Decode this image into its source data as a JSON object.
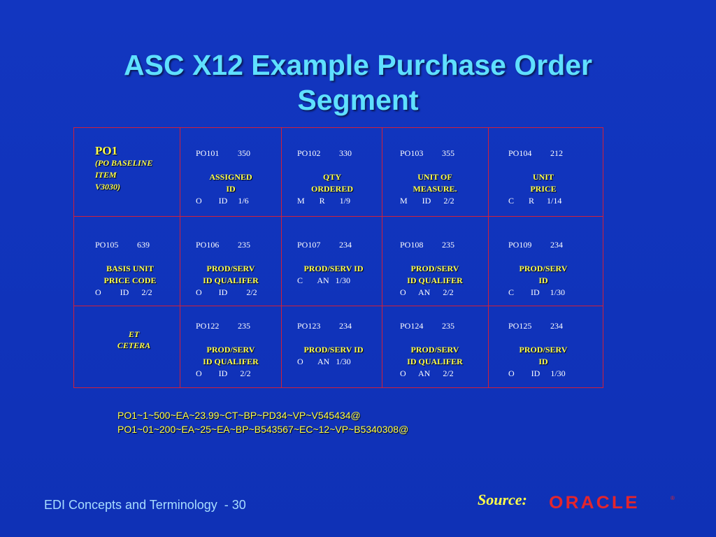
{
  "title": {
    "line1": "ASC X12 Example Purchase Order",
    "line2": "Segment"
  },
  "po1": {
    "name": "PO1",
    "description": "(PO BASELINE\nITEM\nV3030)"
  },
  "rows": [
    [
      {
        "code": "PO101",
        "num": "350",
        "label": "ASSIGNED\nID",
        "meta": "O        ID     1/6"
      },
      {
        "code": "PO102",
        "num": "330",
        "label": "QTY\nORDERED",
        "meta": "M       R       1/9"
      },
      {
        "code": "PO103",
        "num": "355",
        "label": "UNIT OF\nMEASURE.",
        "meta": "M       ID      2/2"
      },
      {
        "code": "PO104",
        "num": "212",
        "label": "UNIT\nPRICE",
        "meta": "C       R      1/14"
      }
    ],
    [
      {
        "code": "PO105",
        "num": "639",
        "label": "BASIS UNIT\nPRICE CODE",
        "meta": "O         ID      2/2"
      },
      {
        "code": "PO106",
        "num": "235",
        "label": "PROD/SERV\nID QUALIFER",
        "meta": "O        ID         2/2"
      },
      {
        "code": "PO107",
        "num": "234",
        "label": "PROD/SERV ID",
        "meta": "C       AN   1/30"
      },
      {
        "code": "PO108",
        "num": "235",
        "label": "PROD/SERV\nID QUALIFER",
        "meta": "O      AN      2/2"
      },
      {
        "code": "PO109",
        "num": "234",
        "label": "PROD/SERV\nID",
        "meta": "C        ID     1/30"
      }
    ],
    [
      {
        "code": "PO122",
        "num": "235",
        "label": "PROD/SERV\nID QUALIFER",
        "meta": "O        ID      2/2"
      },
      {
        "code": "PO123",
        "num": "234",
        "label": "PROD/SERV ID",
        "meta": "O       AN   1/30"
      },
      {
        "code": "PO124",
        "num": "235",
        "label": "PROD/SERV\nID QUALIFER",
        "meta": "O      AN      2/2"
      },
      {
        "code": "PO125",
        "num": "234",
        "label": "PROD/SERV\nID",
        "meta": "O        ID     1/30"
      }
    ]
  ],
  "et_cetera": "ET\nCETERA",
  "examples": [
    "PO1~1~500~EA~23.99~CT~BP~PD34~VP~V545434@",
    "PO1~01~200~EA~25~EA~BP~B543567~EC~12~VP~B5340308@"
  ],
  "footer": "EDI Concepts and Terminology  - 30",
  "source_label": "Source:",
  "logo": {
    "text": "ORACLE",
    "mark": "®"
  },
  "colors": {
    "background": "#1033b8",
    "title": "#5fe0ff",
    "highlight": "#ffff4a",
    "border": "#d21f3a",
    "oracle_red": "#e4252c"
  }
}
